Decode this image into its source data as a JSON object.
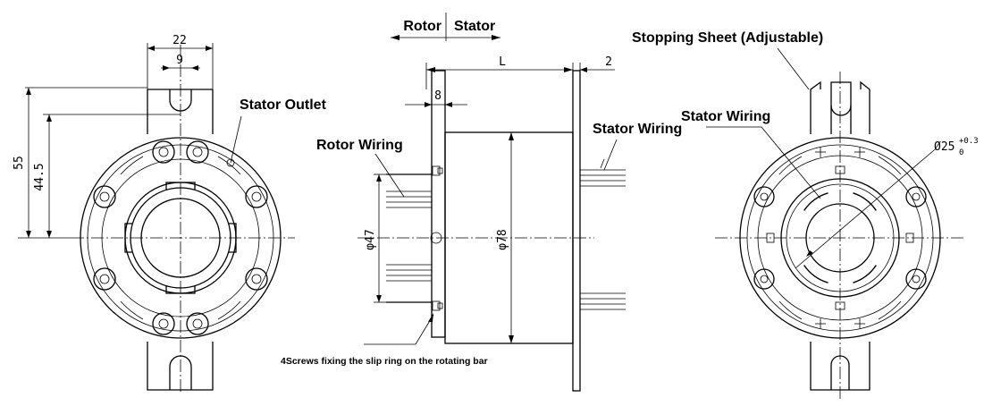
{
  "labels": {
    "rotor": "Rotor",
    "stator": "Stator",
    "stator_outlet": "Stator Outlet",
    "rotor_wiring": "Rotor Wiring",
    "stator_wiring_side": "Stator Wiring",
    "stator_wiring_front": "Stator Wiring",
    "stopping_sheet": "Stopping Sheet (Adjustable)",
    "screws_note": "4Screws fixing the slip ring on the rotating bar"
  },
  "dimensions": {
    "width_22": "22",
    "width_9": "9",
    "height_55": "55",
    "height_44_5": "44.5",
    "length_L": "L",
    "flange_2": "2",
    "thick_8": "8",
    "dia_47": "φ47",
    "dia_78": "φ78",
    "bore_dia": "Ø25",
    "bore_tol_upper": "+0.3",
    "bore_tol_lower": "0"
  }
}
